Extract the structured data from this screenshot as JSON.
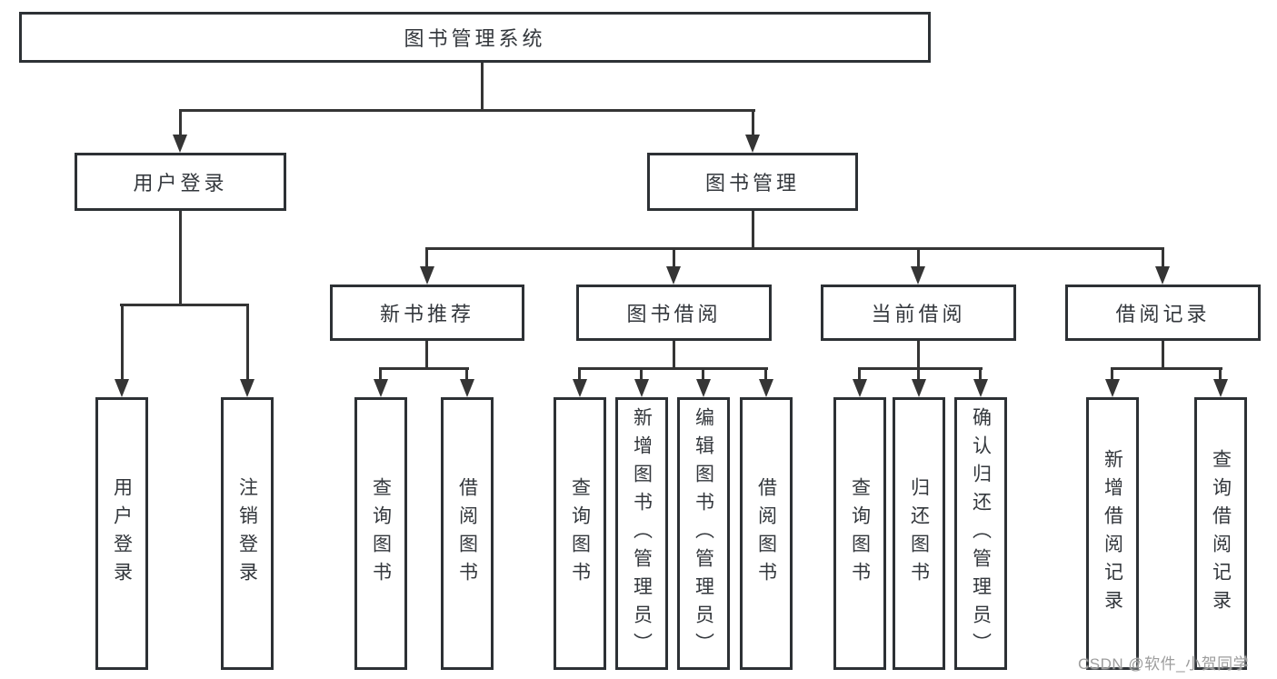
{
  "diagram": {
    "tree": {
      "label": "图书管理系统",
      "children": [
        {
          "label": "用户登录",
          "children": [
            {
              "label": "用户登录"
            },
            {
              "label": "注销登录"
            }
          ]
        },
        {
          "label": "图书管理",
          "children": [
            {
              "label": "新书推荐",
              "children": [
                {
                  "label": "查询图书"
                },
                {
                  "label": "借阅图书"
                }
              ]
            },
            {
              "label": "图书借阅",
              "children": [
                {
                  "label": "查询图书"
                },
                {
                  "label": "新增图书（管理员）"
                },
                {
                  "label": "编辑图书（管理员）"
                },
                {
                  "label": "借阅图书"
                }
              ]
            },
            {
              "label": "当前借阅",
              "children": [
                {
                  "label": "查询图书"
                },
                {
                  "label": "归还图书"
                },
                {
                  "label": "确认归还（管理员）"
                }
              ]
            },
            {
              "label": "借阅记录",
              "children": [
                {
                  "label": "新增借阅记录"
                },
                {
                  "label": "查询借阅记录"
                }
              ]
            }
          ]
        }
      ]
    },
    "colors": {
      "line": "#353535",
      "border": "#2d3135",
      "text": "#33373c",
      "background": "#ffffff",
      "watermark": "#9d9d9d"
    }
  },
  "watermark": {
    "text": "CSDN @软件_小贺同学"
  }
}
